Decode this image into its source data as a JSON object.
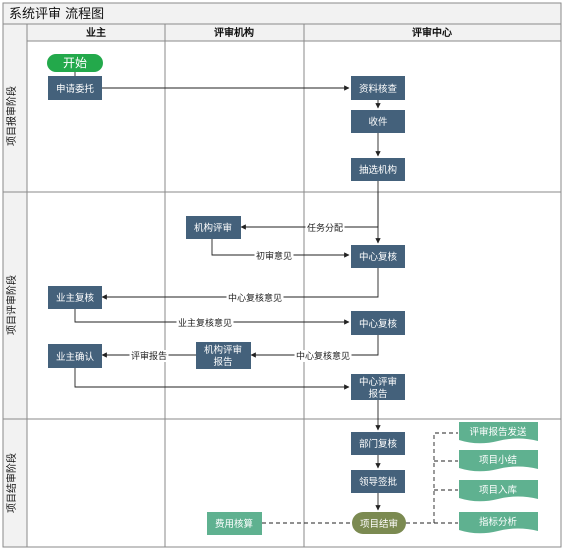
{
  "title": "系统评审 流程图",
  "lanes": {
    "owner": "业主",
    "agency": "评审机构",
    "center": "评审中心"
  },
  "phases": {
    "report": "项目报审阶段",
    "review": "项目评审阶段",
    "close": "项目结审阶段"
  },
  "nodes": {
    "start": "开始",
    "apply": "申请委托",
    "data_check": "资料核查",
    "receive": "收件",
    "select_agency": "抽选机构",
    "agency_review": "机构评审",
    "center_recheck1": "中心复核",
    "owner_recheck": "业主复核",
    "center_recheck2": "中心复核",
    "owner_confirm": "业主确认",
    "agency_report_l1": "机构评审",
    "agency_report_l2": "报告",
    "center_report_l1": "中心评审",
    "center_report_l2": "报告",
    "dept_recheck": "部门复核",
    "leader_sign": "领导签批",
    "project_close": "项目结审",
    "fee_check": "费用核算"
  },
  "documents": {
    "report_send": "评审报告发送",
    "summary": "项目小结",
    "storage": "项目入库",
    "indicator": "指标分析"
  },
  "edge_labels": {
    "task_assign": "任务分配",
    "initial_opinion": "初审意见",
    "center_opinion1": "中心复核意见",
    "owner_opinion": "业主复核意见",
    "center_opinion2": "中心复核意见",
    "review_report": "评审报告"
  },
  "colors": {
    "box": "#44617b",
    "start": "#23a94b",
    "terminal": "#7b8a51",
    "document": "#5fb190",
    "grid": "#8a8a8a",
    "header_bg": "#f2f2f2"
  }
}
